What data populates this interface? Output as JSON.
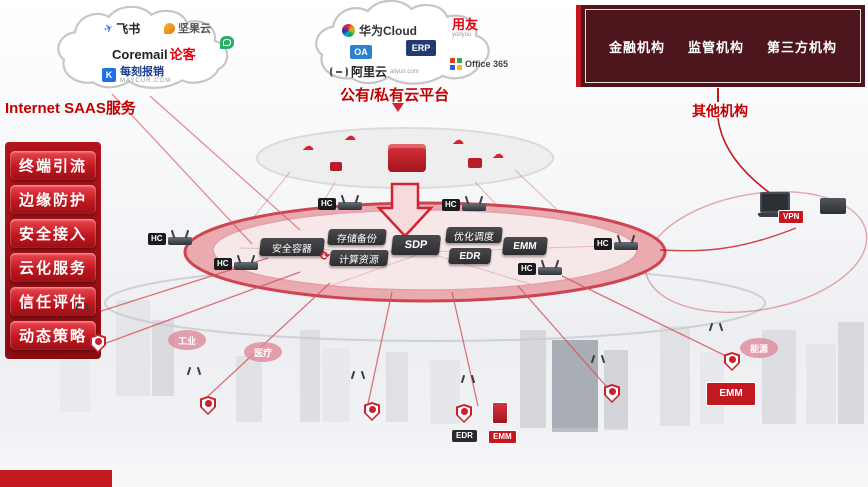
{
  "saas": {
    "label": "Internet SAAS服务",
    "feishu": "飞书",
    "nutstore": "坚果云",
    "coremail": "Coremail",
    "coremail_suffix": "论客",
    "maycur": "每刻报销",
    "maycur_icon": "K",
    "maycur_sub": "MAYCUR.COM"
  },
  "cloud": {
    "label": "公有/私有云平台",
    "huawei": "华为Cloud",
    "yonyou": "用友",
    "yonyou_sub": "yonyou",
    "oa": "OA",
    "erp": "ERP",
    "aliyun": "阿里云",
    "aliyun_sub": "aliyun.com",
    "office": "Office 365"
  },
  "orgs": {
    "label": "其他机构",
    "items": [
      "金融机构",
      "监管机构",
      "第三方机构"
    ]
  },
  "left_menu": {
    "items": [
      "终端引流",
      "边缘防护",
      "安全接入",
      "云化服务",
      "信任评估",
      "动态策略"
    ]
  },
  "platform": {
    "modules": {
      "container": "安全容器",
      "storage": "存储备份",
      "compute": "计算资源",
      "sdp": "SDP",
      "schedule": "优化调度",
      "edr": "EDR",
      "emm": "EMM"
    }
  },
  "tags": {
    "hc": "HC",
    "vpn": "VPN",
    "edr": "EDR",
    "emm": "EMM"
  },
  "city": {
    "labels": [
      "工业",
      "医疗",
      "能源"
    ]
  },
  "icons": {
    "sync": "⟳",
    "cloud": "☁",
    "plane": "✈"
  },
  "colors": {
    "accent": "#c41820",
    "maroon": "#4d161c",
    "ring": "#cf4450"
  }
}
